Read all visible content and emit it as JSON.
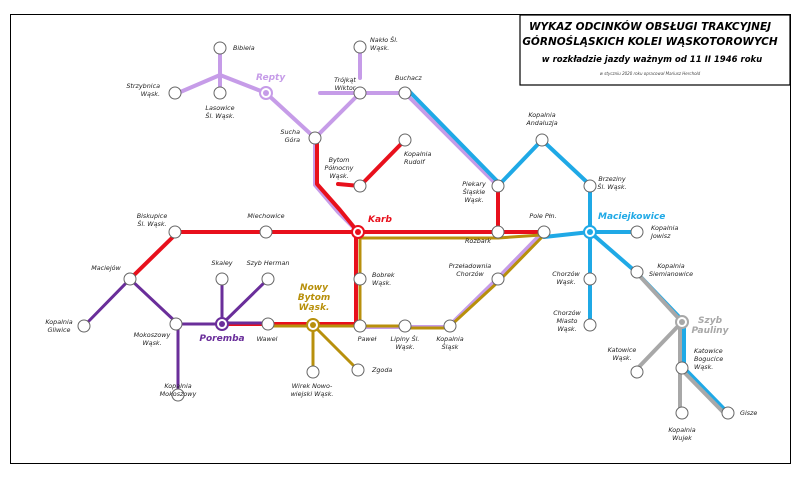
{
  "title": {
    "line1": "WYKAZ ODCINKÓW OBSŁUGI TRAKCYJNEJ",
    "line2": "GÓRNOŚLĄSKICH KOLEI WĄSKOTOROWYCH",
    "line3": "w rozkładzie jazdy ważnym od 11 II 1946 roku",
    "note": "w styczniu 2020 roku opracował Mariusz Herchold"
  },
  "colors": {
    "karb": "#e8101c",
    "repty": "#c69ce8",
    "maciejkowice": "#1fa9e6",
    "poremba": "#6a2e9a",
    "bytom": "#b8900c",
    "szyb": "#a8a8a8"
  },
  "stations": {
    "bibiela": "Bibiela",
    "strzybnica": [
      "Strzybnica",
      "Wąsk."
    ],
    "repty": "Repty",
    "lasowice": [
      "Lasowice",
      "Śl. Wąsk."
    ],
    "nakloSl": [
      "Nakło Śl.",
      "Wąsk."
    ],
    "trojkat": [
      "Trójkąt",
      "Wiktor"
    ],
    "buchacz": "Buchacz",
    "sucha": [
      "Sucha",
      "Góra"
    ],
    "bytomPolnocny": [
      "Bytom",
      "Północny",
      "Wąsk."
    ],
    "kopalniaRudolf": [
      "Kopalnia",
      "Rudolf"
    ],
    "kopalniaAndaluzja": [
      "Kopalnia",
      "Andaluzja"
    ],
    "piekary": [
      "Piekary",
      "Śląskie",
      "Wąsk."
    ],
    "brzeziny": [
      "Brzeziny",
      "Śl. Wąsk."
    ],
    "karb": "Karb",
    "biskupice": [
      "Biskupice",
      "Śl. Wąsk."
    ],
    "miechowice": "Miechowice",
    "polePln": "Pole Płn.",
    "maciejkowice": "Maciejkowice",
    "kopalniaJowisz": [
      "Kopalnia",
      "Jowisz"
    ],
    "rozbark": "Rozbark",
    "maciejow": "Maciejów",
    "skaley": "Skaley",
    "szybHerman": "Szyb Herman",
    "bobrek": [
      "Bobrek",
      "Wąsk."
    ],
    "przeladownia": [
      "Przeładownia",
      "Chorzów"
    ],
    "chorzowWask": [
      "Chorzów",
      "Wąsk."
    ],
    "kopalniaSiemianowice": [
      "Kopalnia",
      "Siemianowice"
    ],
    "nowyBytom": [
      "Nowy",
      "Bytom",
      "Wąsk."
    ],
    "szybPauliny": [
      "Szyb",
      "Pauliny"
    ],
    "kopalniaGliwice": [
      "Kopalnia",
      "Gliwice"
    ],
    "mokoszowy": [
      "Mokoszowy",
      "Wąsk."
    ],
    "poremba": "Poremba",
    "wawel": "Wawel",
    "pawel": "Paweł",
    "lipiny": [
      "Lipiny Śl.",
      "Wąsk."
    ],
    "kopalniaSlask": [
      "Kopalnia",
      "Śląsk"
    ],
    "chorzowMiasto": [
      "Chorzów",
      "Miasto",
      "Wąsk."
    ],
    "katowice": [
      "Katowice",
      "Wąsk."
    ],
    "katowiceBogucice": [
      "Katowice",
      "Bogucice",
      "Wąsk."
    ],
    "zgoda": "Zgoda",
    "wirek": [
      "Wirek Nowo-",
      "wiejski Wąsk."
    ],
    "kopalniaMokoszowy": [
      "Kopalnia",
      "Mokoszowy"
    ],
    "gisze": "Gisze",
    "kopalniaWujek": [
      "Kopalnia",
      "Wujek"
    ]
  }
}
